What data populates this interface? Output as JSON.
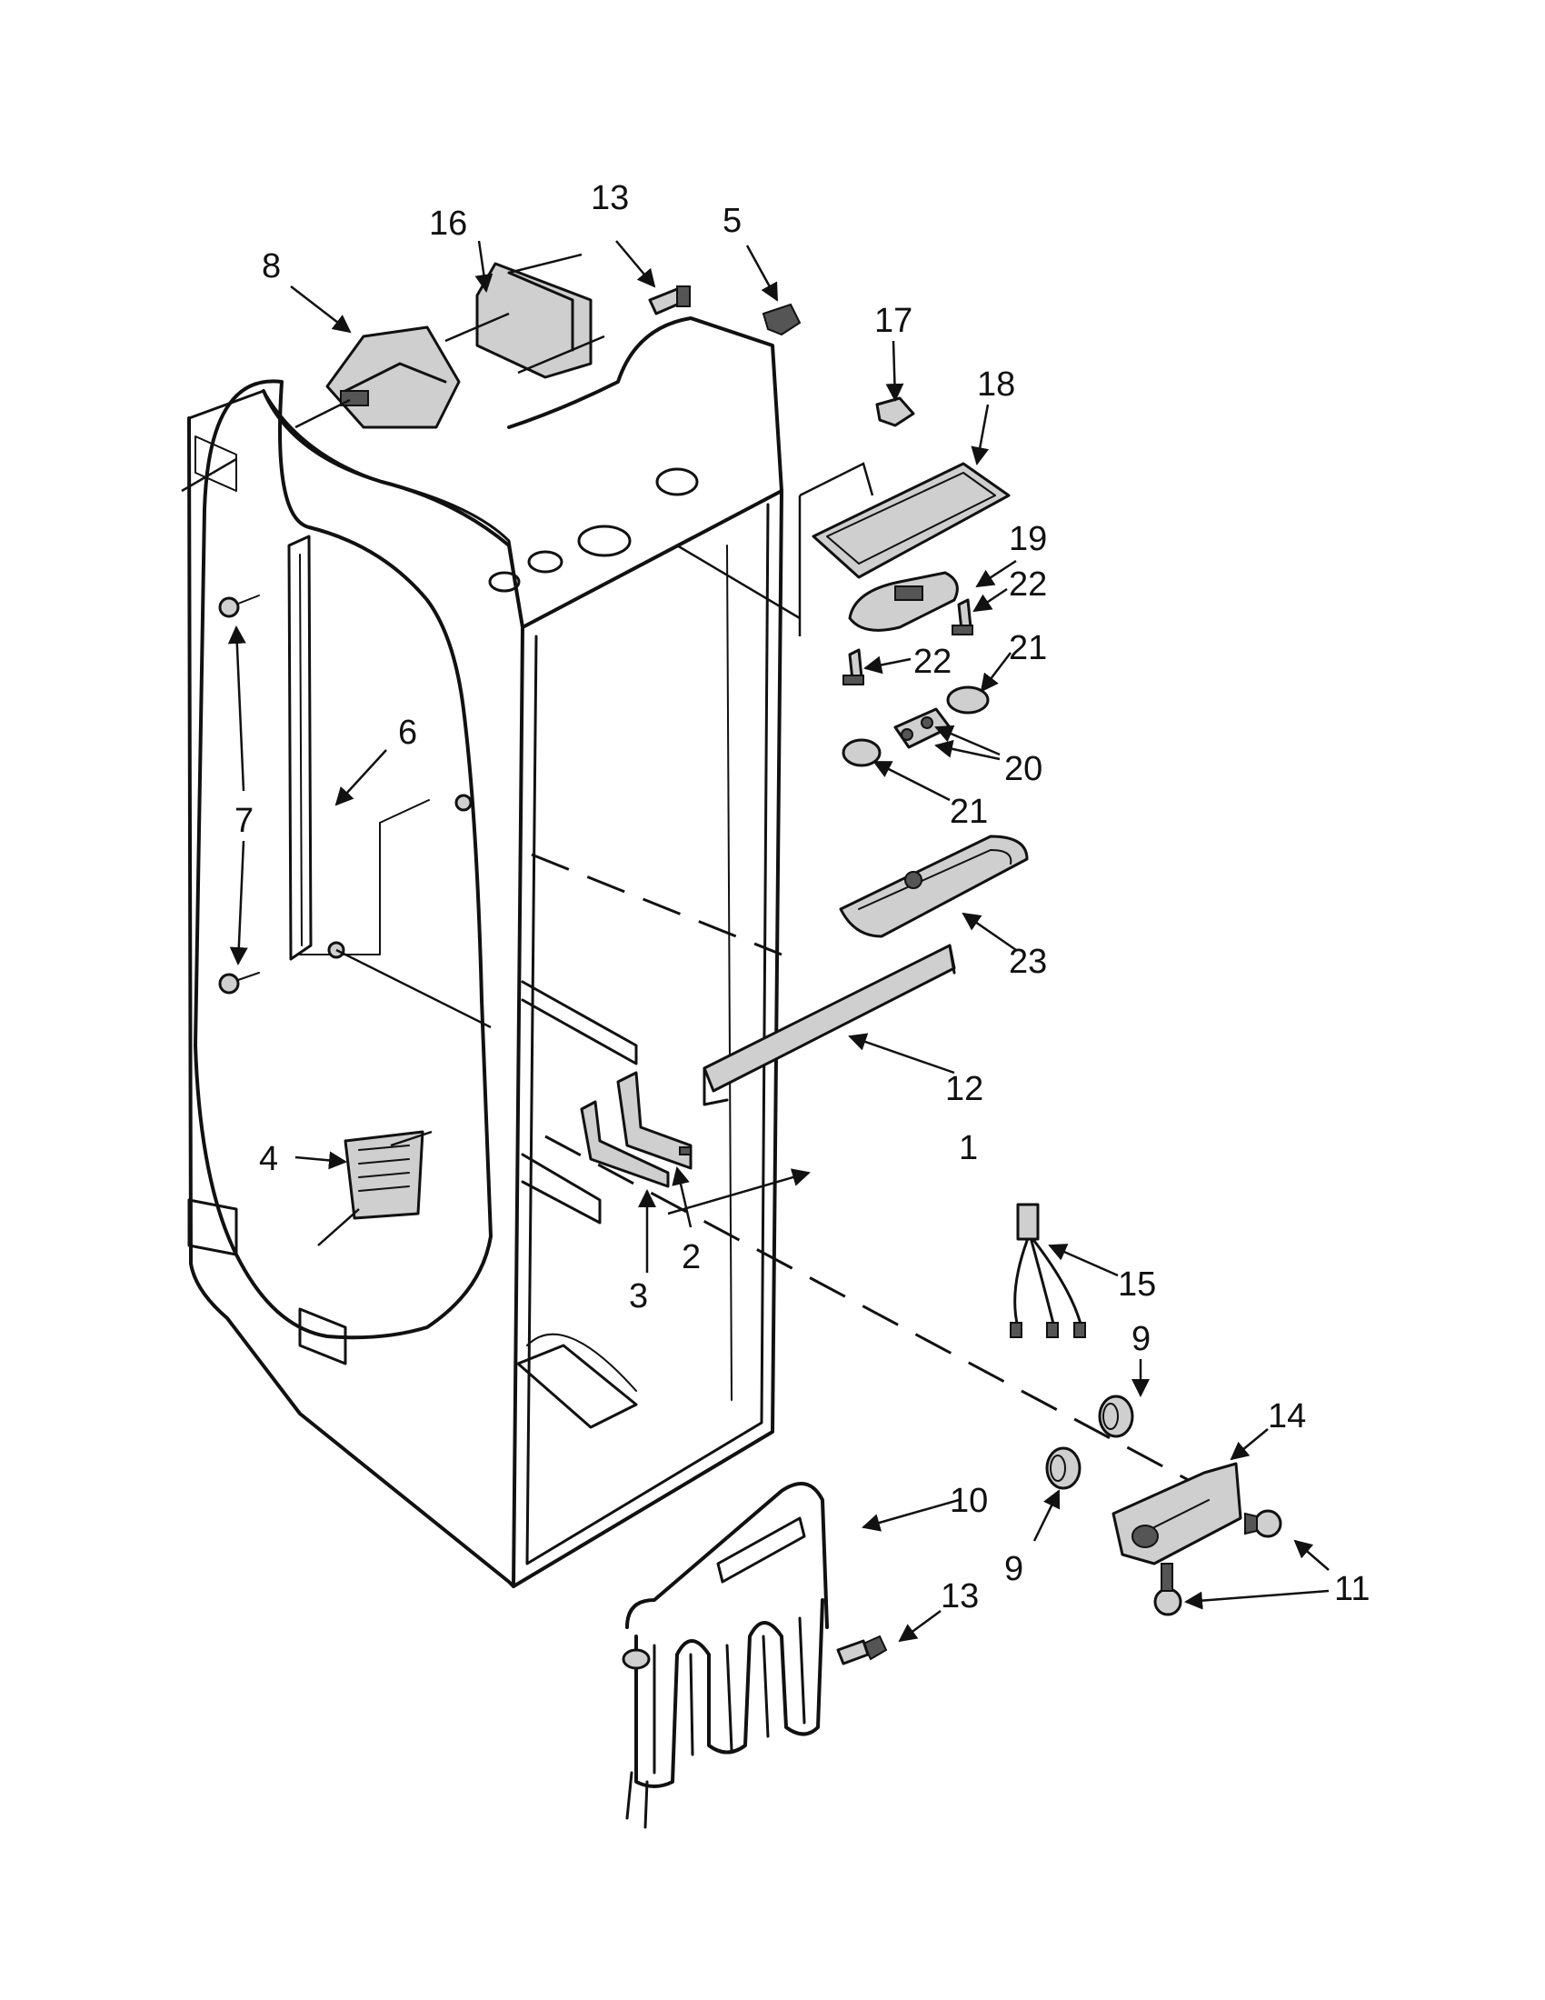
{
  "callouts": [
    {
      "id": "c1",
      "label": "1"
    },
    {
      "id": "c2",
      "label": "2"
    },
    {
      "id": "c3",
      "label": "3"
    },
    {
      "id": "c4",
      "label": "4"
    },
    {
      "id": "c5",
      "label": "5"
    },
    {
      "id": "c6",
      "label": "6"
    },
    {
      "id": "c7",
      "label": "7"
    },
    {
      "id": "c8",
      "label": "8"
    },
    {
      "id": "c9a",
      "label": "9"
    },
    {
      "id": "c9b",
      "label": "9"
    },
    {
      "id": "c10",
      "label": "10"
    },
    {
      "id": "c11",
      "label": "11"
    },
    {
      "id": "c12",
      "label": "12"
    },
    {
      "id": "c13a",
      "label": "13"
    },
    {
      "id": "c13b",
      "label": "13"
    },
    {
      "id": "c14",
      "label": "14"
    },
    {
      "id": "c15",
      "label": "15"
    },
    {
      "id": "c16",
      "label": "16"
    },
    {
      "id": "c17",
      "label": "17"
    },
    {
      "id": "c18",
      "label": "18"
    },
    {
      "id": "c19",
      "label": "19"
    },
    {
      "id": "c20",
      "label": "20"
    },
    {
      "id": "c21a",
      "label": "21"
    },
    {
      "id": "c21b",
      "label": "21"
    },
    {
      "id": "c22a",
      "label": "22"
    },
    {
      "id": "c22b",
      "label": "22"
    },
    {
      "id": "c23",
      "label": "23"
    }
  ]
}
